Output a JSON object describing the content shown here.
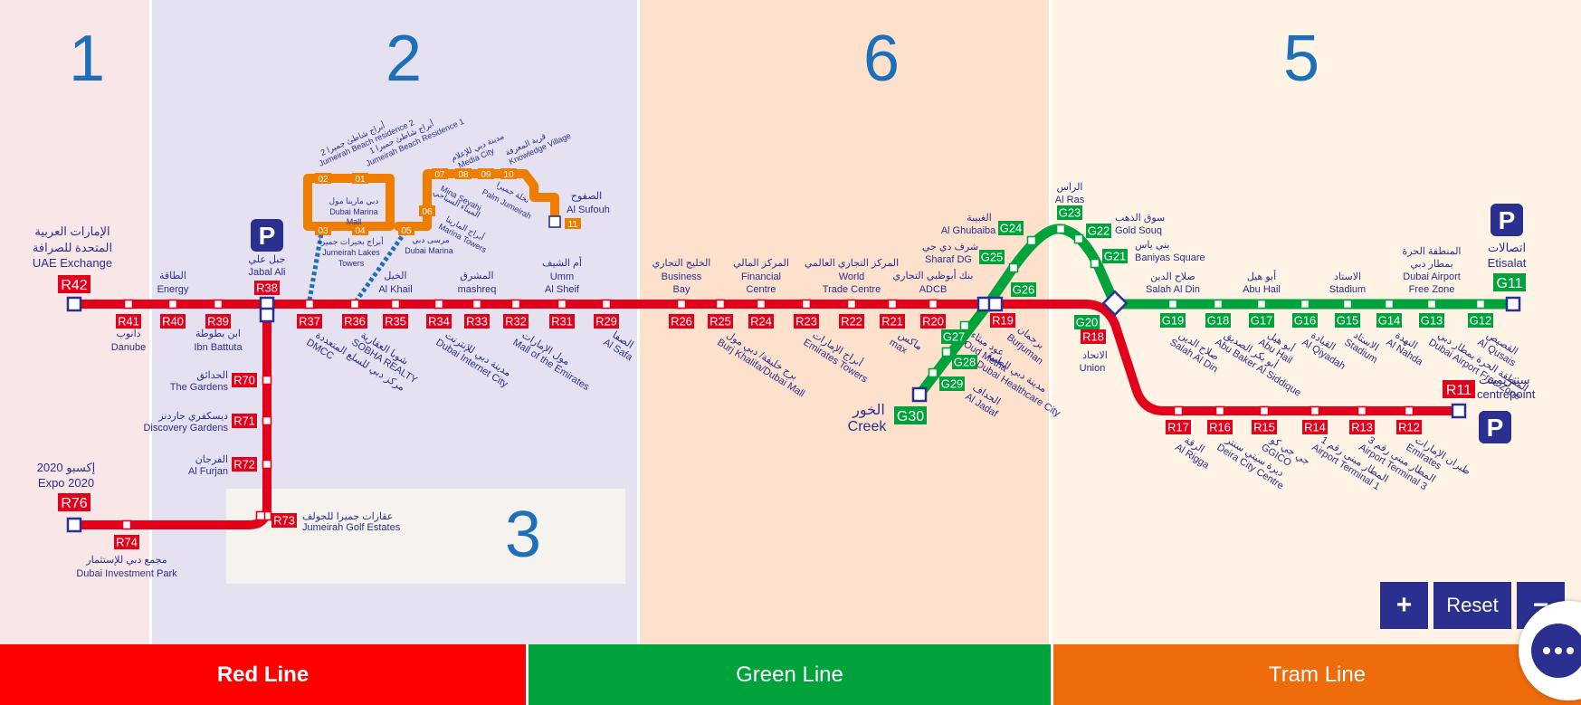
{
  "colors": {
    "red_line": "#e3001b",
    "green_line": "#00a23c",
    "tram_line": "#ef7d00",
    "navy": "#2b2f8f",
    "zone1": "#f9e7e8",
    "zone2": "#e6e1f1",
    "zone6": "#fde1cd",
    "zone5": "#fef3e4",
    "zone3": "#f6f2ee"
  },
  "zones": [
    {
      "label": "1"
    },
    {
      "label": "2"
    },
    {
      "label": "6"
    },
    {
      "label": "5"
    },
    {
      "label": "3"
    }
  ],
  "controls": {
    "zoom_in": "+",
    "reset": "Reset",
    "zoom_out": "−"
  },
  "tabs": [
    {
      "label": "Red Line",
      "color": "#ff0000"
    },
    {
      "label": "Green Line",
      "color": "#00a23c"
    },
    {
      "label": "Tram Line",
      "color": "#ef6c0c"
    }
  ],
  "chat_icon": "chat-bubble-icon",
  "parking_label": "P",
  "stations": {
    "R42": {
      "code": "R42",
      "ar": "الإمارات العربية المتحدة للصرافة",
      "en": "UAE Exchange"
    },
    "R41": {
      "code": "R41",
      "ar": "دانوب",
      "en": "Danube"
    },
    "R40": {
      "code": "R40",
      "ar": "الطاقة",
      "en": "Energy"
    },
    "R39": {
      "code": "R39",
      "ar": "ابن بطوطة",
      "en": "Ibn Battuta"
    },
    "R38": {
      "code": "R38",
      "ar": "جبل علي",
      "en": "Jabal Ali"
    },
    "R37": {
      "code": "R37",
      "ar": "مركز دبي للسلع المتعددة",
      "en": "DMCC"
    },
    "R36": {
      "code": "R36",
      "ar": "شوبا العقارية",
      "en": "SOBHA REALTY"
    },
    "R35": {
      "code": "R35",
      "ar": "الخيل",
      "en": "Al Khail"
    },
    "R34": {
      "code": "R34",
      "ar": "مدينة دبي للإنترنت",
      "en": "Dubai Internet City"
    },
    "R33": {
      "code": "R33",
      "ar": "المشرق",
      "en": "mashreq"
    },
    "R32": {
      "code": "R32",
      "ar": "مول الإمارات",
      "en": "Mall of the Emirates"
    },
    "R31": {
      "code": "R31",
      "ar": "أم الشيف",
      "en": "Umm Al Sheif"
    },
    "R29": {
      "code": "R29",
      "ar": "الصفا",
      "en": "Al Safa"
    },
    "R26": {
      "code": "R26",
      "ar": "الخليج التجاري",
      "en": "Business Bay"
    },
    "R25": {
      "code": "R25",
      "ar": "برج خليفة/ دبي مول",
      "en": "Burj Khalifa/Dubai Mall"
    },
    "R24": {
      "code": "R24",
      "ar": "المركز المالي",
      "en": "Financial Centre"
    },
    "R23": {
      "code": "R23",
      "ar": "أبراج الإمارات",
      "en": "Emirates Towers"
    },
    "R22": {
      "code": "R22",
      "ar": "المركز التجاري العالمي",
      "en": "World Trade Centre"
    },
    "R21": {
      "code": "R21",
      "ar": "ماكس",
      "en": "max"
    },
    "R20": {
      "code": "R20",
      "ar": "بنك أبوظبي التجاري",
      "en": "ADCB"
    },
    "R19": {
      "code": "R19",
      "ar": "برجمان",
      "en": "Burjuman"
    },
    "R18": {
      "code": "R18",
      "ar": "الاتحاد",
      "en": "Union"
    },
    "R17": {
      "code": "R17",
      "ar": "الرقة",
      "en": "Al Rigga"
    },
    "R16": {
      "code": "R16",
      "ar": "ديرة سيتي سنتر",
      "en": "Deira City Centre"
    },
    "R15": {
      "code": "R15",
      "ar": "جي جي كو",
      "en": "GGICO"
    },
    "R14": {
      "code": "R14",
      "ar": "المطار مبنى رقم 1",
      "en": "Airport Terminal 1"
    },
    "R13": {
      "code": "R13",
      "ar": "المطار مبنى رقم 3",
      "en": "Airport Terminal 3"
    },
    "R12": {
      "code": "R12",
      "ar": "طيران الإمارات",
      "en": "Emirates"
    },
    "R11": {
      "code": "R11",
      "ar": "سنتربوينت",
      "en": "centrepoint"
    },
    "R70": {
      "code": "R70",
      "ar": "الحدائق",
      "en": "The Gardens"
    },
    "R71": {
      "code": "R71",
      "ar": "ديسكفري جاردنز",
      "en": "Discovery Gardens"
    },
    "R72": {
      "code": "R72",
      "ar": "الفرجان",
      "en": "Al Furjan"
    },
    "R73": {
      "code": "R73",
      "ar": "عقارات جميرا للجولف",
      "en": "Jumeirah Golf Estates"
    },
    "R74": {
      "code": "R74",
      "ar": "مجمع دبي للإستثمار",
      "en": "Dubai Investment Park"
    },
    "R76": {
      "code": "R76",
      "ar": "إكسبو 2020",
      "en": "Expo 2020"
    },
    "G11": {
      "code": "G11",
      "ar": "اتصالات",
      "en": "Etisalat"
    },
    "G12": {
      "code": "G12",
      "ar": "القصيص",
      "en": "Al Qusais"
    },
    "G13": {
      "code": "G13",
      "ar": "المنطقة الحرة بمطار دبي",
      "en": "Dubai Airport Free Zone"
    },
    "G14": {
      "code": "G14",
      "ar": "النهدة",
      "en": "Al Nahda"
    },
    "G15": {
      "code": "G15",
      "ar": "الاستاد",
      "en": "Stadium"
    },
    "G16": {
      "code": "G16",
      "ar": "القيادة",
      "en": "Al Qiyadah"
    },
    "G17": {
      "code": "G17",
      "ar": "أبو هيل",
      "en": "Abu Hail"
    },
    "G18": {
      "code": "G18",
      "ar": "أبو بكر الصديق",
      "en": "Abu Baker Al Siddique"
    },
    "G19": {
      "code": "G19",
      "ar": "صلاح الدين",
      "en": "Salah Al Din"
    },
    "G20": {
      "code": "G20"
    },
    "G21": {
      "code": "G21",
      "ar": "بني ياس",
      "en": "Baniyas Square"
    },
    "G22": {
      "code": "G22",
      "ar": "سوق الذهب",
      "en": "Gold Souq"
    },
    "G23": {
      "code": "G23",
      "ar": "الراس",
      "en": "Al Ras"
    },
    "G24": {
      "code": "G24",
      "ar": "الغبيبة",
      "en": "Al Ghubaiba"
    },
    "G25": {
      "code": "G25",
      "ar": "شرف دي جي",
      "en": "Sharaf DG"
    },
    "G26": {
      "code": "G26"
    },
    "G27": {
      "code": "G27",
      "ar": "عود ميثاء",
      "en": "Oud Metha"
    },
    "G28": {
      "code": "G28",
      "ar": "مدينة دبي الطبية",
      "en": "Dubai Healthcare City"
    },
    "G29": {
      "code": "G29",
      "ar": "الجداف",
      "en": "Al Jadaf"
    },
    "G30": {
      "code": "G30",
      "ar": "الخور",
      "en": "Creek"
    },
    "T01": {
      "code": "01",
      "ar": "أبراج شاطئ جميرا 2",
      "en": "Jumeirah Beach residence 2"
    },
    "T02": {
      "code": "02",
      "ar": "أبراج شاطئ جميرا 1",
      "en": "Jumeirah Beach Residence 1"
    },
    "T03": {
      "code": "03",
      "ar": "دبي مارينا مول",
      "en": "Dubai Marina Mall"
    },
    "T04": {
      "code": "04",
      "ar": "أبراج بحيرات جميرا",
      "en": "Jumeirah Lakes Towers"
    },
    "T05": {
      "code": "05",
      "ar": "مرسى دبي",
      "en": "Dubai Marina"
    },
    "T06": {
      "code": "06",
      "ar": "أبراج المارينا",
      "en": "Marina Towers"
    },
    "T07": {
      "code": "07",
      "ar": "مدينة دبي للإعلام",
      "en": "Media City"
    },
    "T08": {
      "code": "08",
      "ar": "الميناء السياحي",
      "en": "Mina Seyahi"
    },
    "T09": {
      "code": "09",
      "ar": "نخلة جميرا",
      "en": "Palm Jumeirah"
    },
    "T10": {
      "code": "10",
      "ar": "قرية المعرفة",
      "en": "Knowledge Village"
    },
    "T11": {
      "code": "11",
      "ar": "الصفوح",
      "en": "Al Sufouh"
    }
  }
}
